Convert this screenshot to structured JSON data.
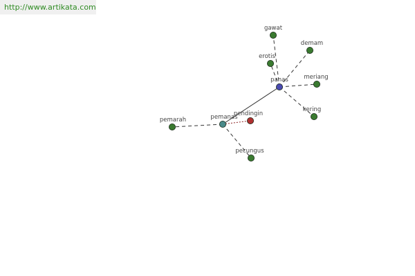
{
  "source": {
    "url": "http://www.artikata.com"
  },
  "colors": {
    "center_node": "#4a4ab0",
    "hub_node": "#4a8a8a",
    "antonym_node": "#b03030",
    "leaf_node": "#3a7a30",
    "node_stroke": "#1a2a1a",
    "link_color": "#333333",
    "antonym_link": "#8b2020",
    "source_text": "#2e8b22"
  },
  "graph": {
    "center": "panas",
    "nodes": [
      {
        "id": "panas",
        "label": "panas",
        "kind": "center"
      },
      {
        "id": "pemanas",
        "label": "pemanas",
        "kind": "hub"
      },
      {
        "id": "pendingin",
        "label": "pendingin",
        "kind": "antonym"
      },
      {
        "id": "gawat",
        "label": "gawat",
        "kind": "leaf"
      },
      {
        "id": "erotis",
        "label": "erotis",
        "kind": "leaf"
      },
      {
        "id": "demam",
        "label": "demam",
        "kind": "leaf"
      },
      {
        "id": "meriang",
        "label": "meriang",
        "kind": "leaf"
      },
      {
        "id": "kering",
        "label": "kering",
        "kind": "leaf"
      },
      {
        "id": "pemarah",
        "label": "pemarah",
        "kind": "leaf"
      },
      {
        "id": "pecungus",
        "label": "pecungus",
        "kind": "leaf"
      }
    ],
    "edges": [
      {
        "from": "panas",
        "to": "gawat",
        "style": "dashed"
      },
      {
        "from": "panas",
        "to": "erotis",
        "style": "dashed"
      },
      {
        "from": "panas",
        "to": "demam",
        "style": "dashed"
      },
      {
        "from": "panas",
        "to": "meriang",
        "style": "dashed"
      },
      {
        "from": "panas",
        "to": "kering",
        "style": "dashed"
      },
      {
        "from": "panas",
        "to": "pemanas",
        "style": "solid"
      },
      {
        "from": "pemanas",
        "to": "pemarah",
        "style": "dashed"
      },
      {
        "from": "pemanas",
        "to": "pecungus",
        "style": "dashed"
      },
      {
        "from": "pemanas",
        "to": "pendingin",
        "style": "antonym"
      }
    ]
  }
}
